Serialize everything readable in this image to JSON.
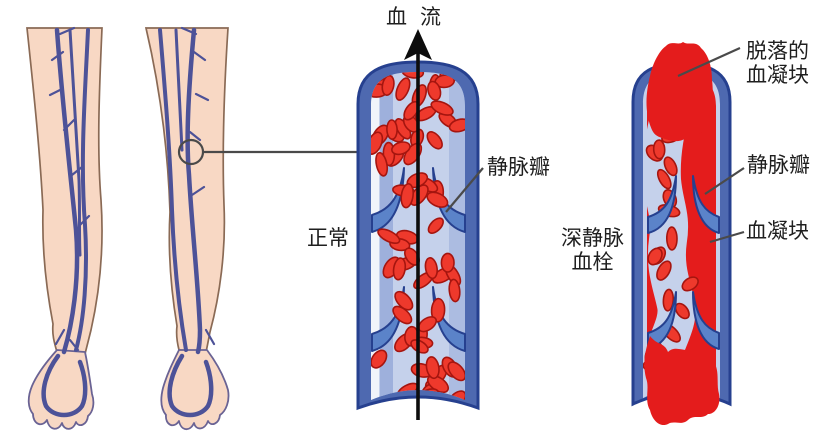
{
  "labels": {
    "blood_flow": "血流",
    "normal": "正常",
    "venous_valve_mid": "静脉瓣",
    "dvt_line1": "深静脉",
    "dvt_line2": "血栓",
    "detached_line1": "脱落的",
    "detached_line2": "血凝块",
    "venous_valve_right": "静脉瓣",
    "clot": "血凝块"
  },
  "colors": {
    "background": "#ffffff",
    "text": "#1f1f1f",
    "skin": "#f8d8c4",
    "leg_outline": "#8a6a55",
    "foot_outline": "#6a6394",
    "vein": "#4d5298",
    "tube_wall": "#4e69b0",
    "tube_wall_outline": "#26408f",
    "tube_lumen": "#c5d1eb",
    "lumen_shade": "#93a7d8",
    "lumen_highlight": "#ffffff",
    "valve": "#5b83c9",
    "clot_red": "#e41c1c",
    "rbc_fill": "#ee392c",
    "rbc_outline": "#a5150f",
    "arrow": "#0d0d0d",
    "annotation_line": "#4a4a4a"
  }
}
